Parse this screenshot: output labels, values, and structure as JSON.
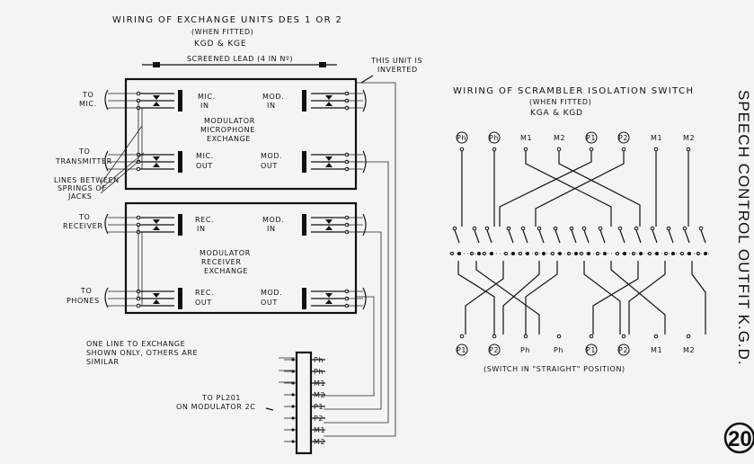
{
  "exchange": {
    "title": "WIRING OF EXCHANGE UNITS DES 1 OR 2",
    "when_fitted": "(WHEN FITTED)",
    "models": "KGD & KGE",
    "screened_lead": "SCREENED LEAD (4 IN Nº)",
    "inverted_note_1": "THIS UNIT IS",
    "inverted_note_2": "INVERTED",
    "to_mic_1": "TO",
    "to_mic_2": "MIC.",
    "to_transmitter_1": "TO",
    "to_transmitter_2": "TRANSMITTER",
    "to_receiver_1": "TO",
    "to_receiver_2": "RECEIVER",
    "to_phones_1": "TO",
    "to_phones_2": "PHONES",
    "lines_between_1": "LINES BETWEEN",
    "lines_between_2": "SPRINGS OF",
    "lines_between_3": "JACKS",
    "mic_in_1": "MIC.",
    "mic_in_2": "IN",
    "mic_out_1": "MIC.",
    "mic_out_2": "OUT",
    "mod_in_1": "MOD.",
    "mod_in_2": "IN",
    "mod_out_1": "MOD.",
    "mod_out_2": "OUT",
    "unit1_1": "MODULATOR",
    "unit1_2": "MICROPHONE",
    "unit1_3": "EXCHANGE",
    "rec_in_1": "REC.",
    "rec_in_2": "IN",
    "rec_out_1": "REC.",
    "rec_out_2": "OUT",
    "mod2_in_1": "MOD.",
    "mod2_in_2": "IN",
    "mod2_out_1": "MOD.",
    "mod2_out_2": "OUT",
    "unit2_1": "MODULATOR",
    "unit2_2": "RECEIVER",
    "unit2_3": "EXCHANGE",
    "one_line_1": "ONE LINE TO EXCHANGE",
    "one_line_2": "SHOWN ONLY, OTHERS ARE",
    "one_line_3": "SIMILAR",
    "to_pl_1": "TO PL201",
    "to_pl_2": "ON MODULATOR 2C",
    "plug_pins": [
      "Ph",
      "Ph",
      "M1",
      "M2",
      "P1",
      "P2",
      "M1",
      "M2"
    ]
  },
  "scrambler": {
    "title": "WIRING OF SCRAMBLER ISOLATION SWITCH",
    "when_fitted": "(WHEN FITTED)",
    "models": "KGA & KGD",
    "top_labels": [
      "Ph",
      "Ph",
      "M1",
      "M2",
      "P1",
      "P2",
      "M1",
      "M2"
    ],
    "bottom_labels": [
      "P1",
      "P2",
      "Ph",
      "Ph",
      "P1",
      "P2",
      "M1",
      "M2"
    ],
    "caption": "(SWITCH IN \"STRAIGHT\" POSITION)"
  },
  "side_title": "SPEECH CONTROL OUTFIT K.G.D.",
  "page_number": "20"
}
